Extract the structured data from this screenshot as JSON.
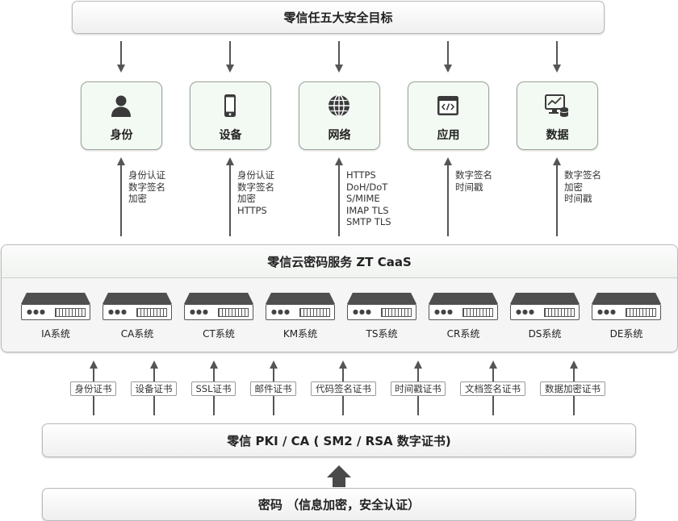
{
  "top_banner": "零信任五大安全目标",
  "goals": [
    {
      "label": "身份",
      "icon": "person-icon"
    },
    {
      "label": "设备",
      "icon": "phone-icon"
    },
    {
      "label": "网络",
      "icon": "globe-icon"
    },
    {
      "label": "应用",
      "icon": "code-window-icon"
    },
    {
      "label": "数据",
      "icon": "monitor-database-icon"
    }
  ],
  "capabilities": [
    [
      "身份认证",
      "数字签名",
      "加密"
    ],
    [
      "身份认证",
      "数字签名",
      "加密",
      "HTTPS"
    ],
    [
      "HTTPS",
      "DoH/DoT",
      "S/MIME",
      "IMAP TLS",
      "SMTP TLS"
    ],
    [
      "数字签名",
      "时间戳"
    ],
    [
      "数字签名",
      "加密",
      "时间戳"
    ]
  ],
  "caas_title": "零信云密码服务 ZT CaaS",
  "systems": [
    "IA系统",
    "CA系统",
    "CT系统",
    "KM系统",
    "TS系统",
    "CR系统",
    "DS系统",
    "DE系统"
  ],
  "certificates": [
    "身份证书",
    "设备证书",
    "SSL证书",
    "邮件证书",
    "代码签名证书",
    "时间戳证书",
    "文档签名证书",
    "数据加密证书"
  ],
  "pki_banner": "零信 PKI / CA ( SM2 / RSA 数字证书)",
  "crypto_banner": "密码 （信息加密，安全认证）",
  "colors": {
    "goal_fill": "#f3faf3",
    "arrow": "#555555",
    "server_dark": "#4f4f4f"
  }
}
